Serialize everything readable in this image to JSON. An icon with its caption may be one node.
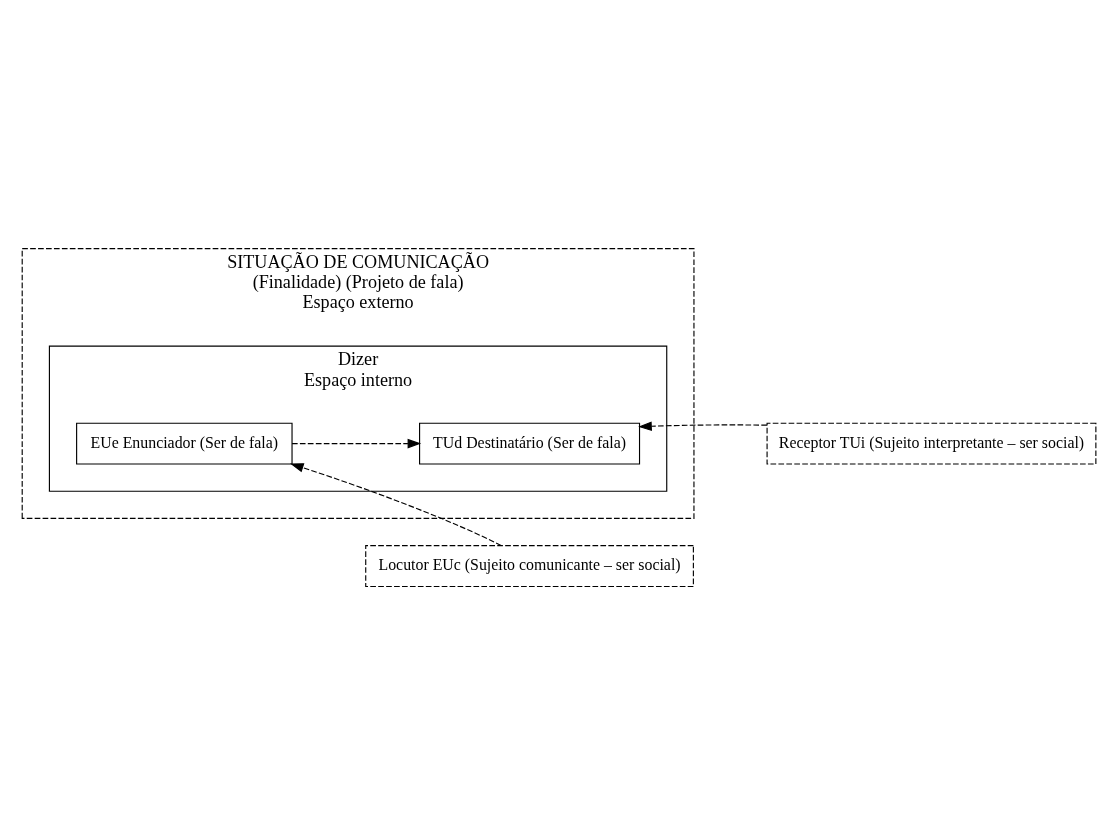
{
  "diagram": {
    "nodes": [
      {
        "text": [
          "SITUAÇÃO DE COMUNICAÇÃO",
          "(Finalidade) (Projeto de fala)",
          "Espaço externo"
        ]
      },
      {
        "text": [
          "Dizer",
          "Espaço interno"
        ],
        "in": 0
      },
      {
        "text": [
          "EUe Enunciador (Ser de fala)"
        ],
        "in": 1
      },
      {
        "text": [
          "TUd Destinatário (Ser de fala)"
        ],
        "in": 1
      },
      {
        "text": [
          "Locutor EUc (Sujeito comunicante – ser social)"
        ]
      },
      {
        "text": [
          "Receptor TUi (Sujeito interpretante – ser social)"
        ]
      }
    ],
    "edges": [
      {
        "from": 4,
        "to": 2,
        "arrow": "to",
        "style": "dashed"
      },
      {
        "from": 2,
        "to": 3,
        "arrow": "to",
        "style": "dashed"
      },
      {
        "from": 5,
        "to": 3,
        "arrow": "to",
        "style": "dashed"
      }
    ]
  }
}
